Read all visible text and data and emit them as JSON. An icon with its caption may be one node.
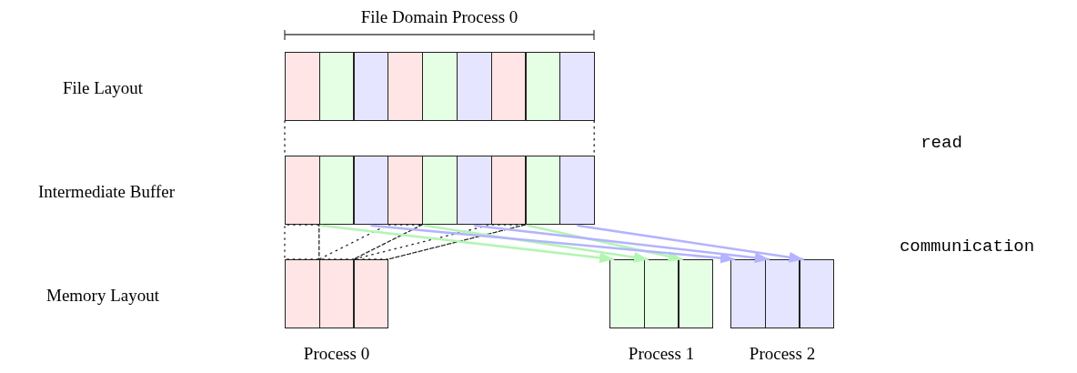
{
  "diagram": {
    "nodes": [
      {
        "text": [],
        "shape": "box"
      },
      {
        "text": [],
        "shape": "box"
      },
      {
        "text": [],
        "shape": "box"
      },
      {
        "text": [],
        "shape": "box"
      },
      {
        "text": [],
        "shape": "box"
      },
      {
        "text": [],
        "shape": "box"
      },
      {
        "text": [],
        "shape": "box"
      },
      {
        "text": [],
        "shape": "box"
      },
      {
        "text": [],
        "shape": "box"
      },
      {
        "text": [],
        "shape": "box"
      },
      {
        "text": [],
        "shape": "box"
      },
      {
        "text": [],
        "shape": "box"
      },
      {
        "text": [],
        "shape": "box"
      },
      {
        "text": [],
        "shape": "box"
      },
      {
        "text": [],
        "shape": "box"
      },
      {
        "text": [],
        "shape": "box"
      },
      {
        "text": [],
        "shape": "box"
      },
      {
        "text": [],
        "shape": "box"
      },
      {
        "text": [],
        "shape": "box"
      },
      {
        "text": [],
        "shape": "box"
      },
      {
        "text": [],
        "shape": "box"
      },
      {
        "text": [],
        "shape": "box"
      },
      {
        "text": [],
        "shape": "box"
      },
      {
        "text": [],
        "shape": "box"
      },
      {
        "text": [],
        "shape": "box"
      },
      {
        "text": [],
        "shape": "box"
      },
      {
        "text": [],
        "shape": "box"
      }
    ],
    "edges": [
      {
        "from": 0,
        "to": 9,
        "arrow": "none",
        "style": "dashed"
      },
      {
        "from": 8,
        "to": 17,
        "arrow": "none",
        "style": "dashed"
      },
      {
        "from": 9,
        "to": 18,
        "arrow": "none",
        "style": "dashed"
      },
      {
        "from": 12,
        "to": 19,
        "arrow": "none",
        "style": "dashed"
      },
      {
        "from": 15,
        "to": 20,
        "arrow": "none",
        "style": "dashed"
      },
      {
        "from": 10,
        "to": 21,
        "arrow": "to",
        "color": "#b3f5b3"
      },
      {
        "from": 13,
        "to": 22,
        "arrow": "to",
        "color": "#b3f5b3"
      },
      {
        "from": 16,
        "to": 23,
        "arrow": "to",
        "color": "#b3f5b3"
      },
      {
        "from": 11,
        "to": 24,
        "arrow": "to",
        "color": "#b3b3ff"
      },
      {
        "from": 14,
        "to": 25,
        "arrow": "to",
        "color": "#b3b3ff"
      },
      {
        "from": 17,
        "to": 26,
        "arrow": "to",
        "color": "#b3b3ff"
      }
    ],
    "labels": [
      "File Domain Process 0",
      "File Layout",
      "read",
      "Intermediate Buffer",
      "communication",
      "Memory Layout",
      "Process 0",
      "Process 1",
      "Process 2"
    ]
  }
}
